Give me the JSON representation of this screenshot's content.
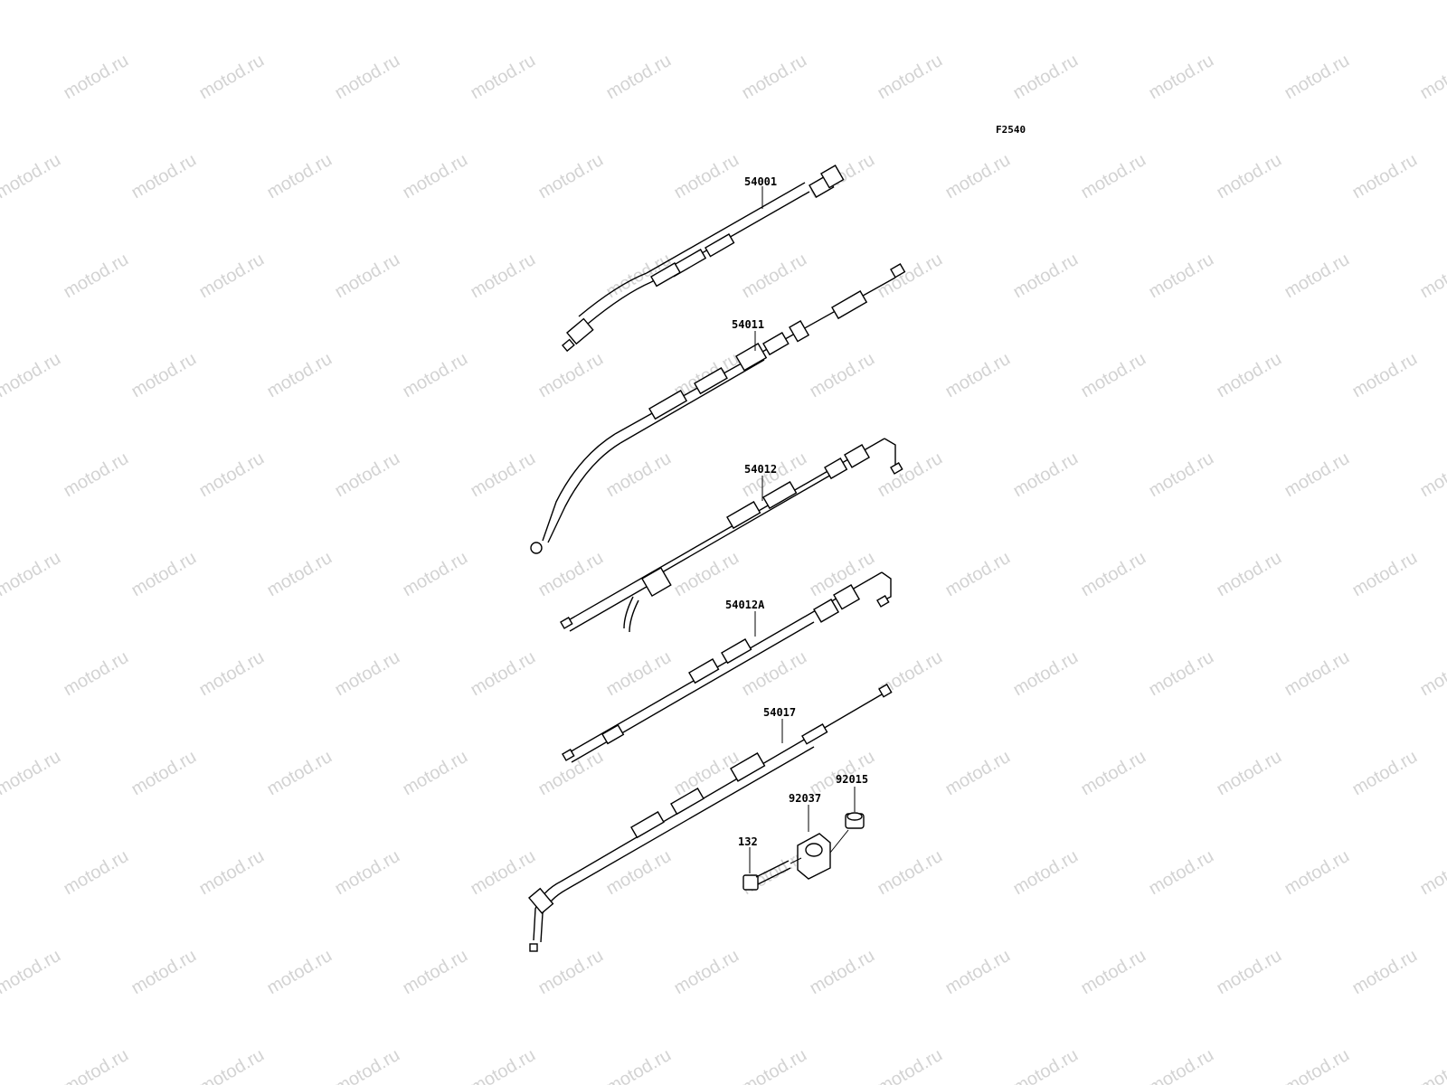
{
  "watermark": {
    "text": "motod.ru",
    "color": "#d3d3d3"
  },
  "figure": {
    "code": "F2540"
  },
  "parts": [
    {
      "id": "54001",
      "label": "54001"
    },
    {
      "id": "54011",
      "label": "54011"
    },
    {
      "id": "54012",
      "label": "54012"
    },
    {
      "id": "54012A",
      "label": "54012A"
    },
    {
      "id": "54017",
      "label": "54017"
    },
    {
      "id": "92015",
      "label": "92015"
    },
    {
      "id": "92037",
      "label": "92037"
    },
    {
      "id": "132",
      "label": "132"
    }
  ]
}
